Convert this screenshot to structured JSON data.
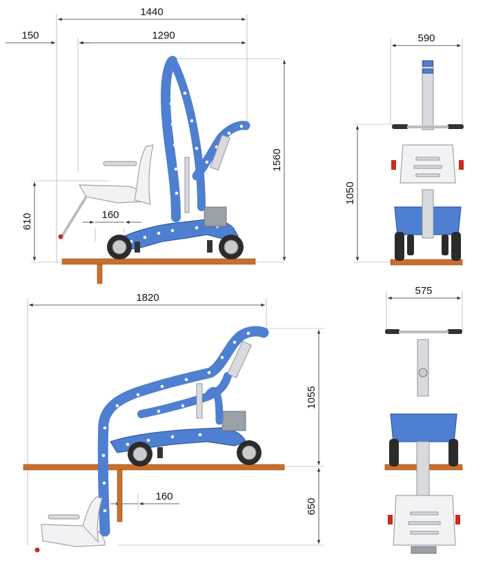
{
  "dimensions": {
    "top_total_width": "1440",
    "top_offset": "150",
    "top_frame_width": "1290",
    "top_height": "1560",
    "top_seat_height": "610",
    "top_wheel_offset": "160",
    "front_width_top": "590",
    "front_height_top": "1050",
    "bottom_length": "1820",
    "bottom_height_above": "1055",
    "bottom_depth_below": "650",
    "bottom_wheel_offset": "160",
    "front_width_bottom": "575"
  },
  "colors": {
    "frame": "#4f7fd0",
    "frame_edge": "#2c5aa8",
    "platform": "#c96f2c",
    "accent": "#cc2a1e"
  }
}
